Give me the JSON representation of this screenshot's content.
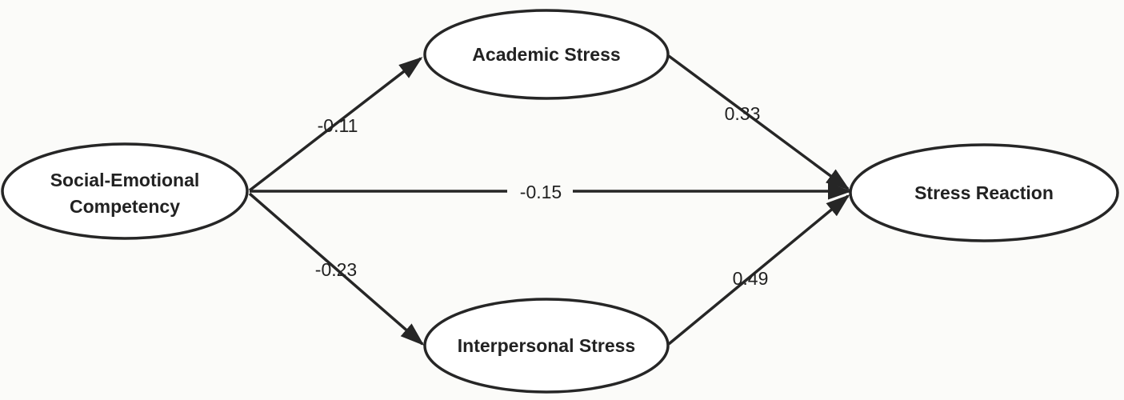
{
  "nodes": {
    "sec": {
      "line1": "Social-Emotional",
      "line2": "Competency"
    },
    "academic": {
      "label": "Academic Stress"
    },
    "interpersonal": {
      "label": "Interpersonal Stress"
    },
    "reaction": {
      "label": "Stress Reaction"
    }
  },
  "paths": {
    "sec_to_academic": "-0.11",
    "sec_to_reaction": "-0.15",
    "sec_to_interpersonal": "-0.23",
    "academic_to_reaction": "0.33",
    "interpersonal_to_reaction": "0.49"
  },
  "colors": {
    "stroke": "#262626",
    "fill": "#ffffff",
    "text": "#222222"
  }
}
